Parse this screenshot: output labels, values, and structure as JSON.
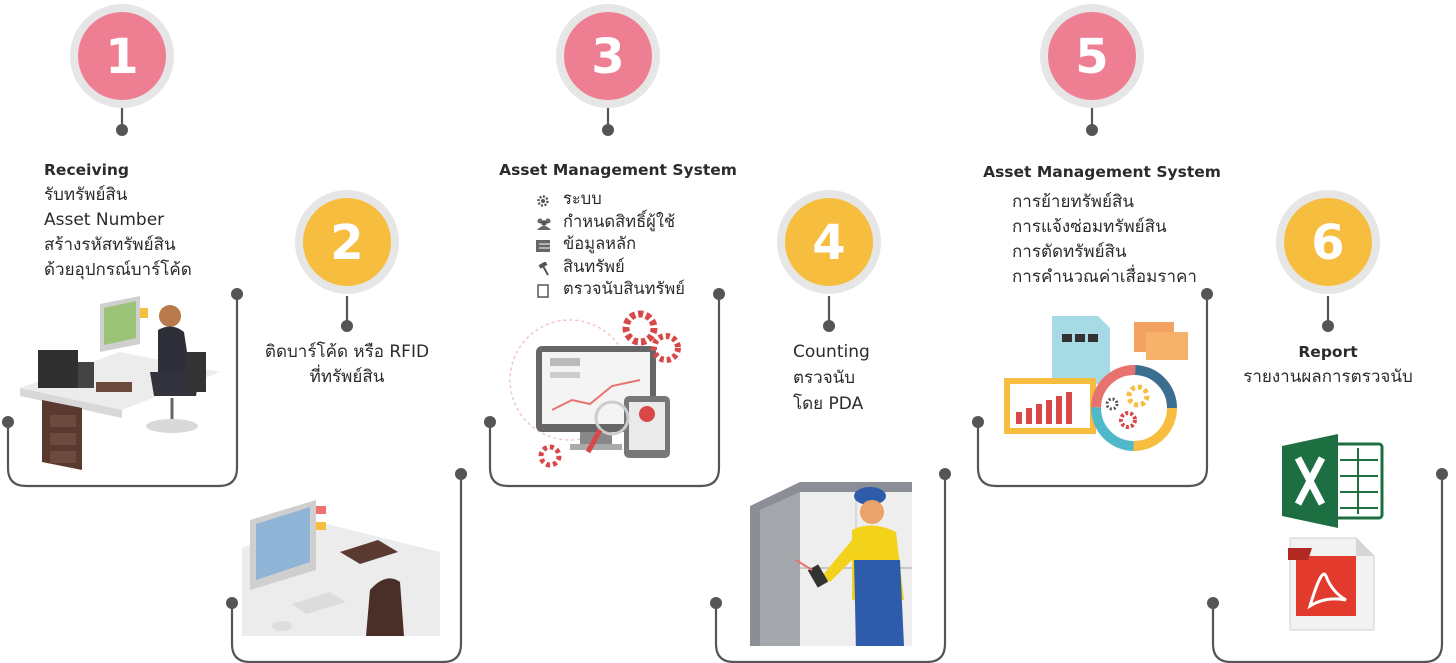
{
  "colors": {
    "pink": "#ee7f93",
    "yellow": "#f6bd3e",
    "line": "#555555",
    "ring": "#e3e3e3"
  },
  "steps": [
    {
      "number": "1",
      "lines": [
        "Receiving",
        "รับทรัพย์สิน",
        "Asset Number",
        "สร้างรหัสทรัพย์สิน",
        "ด้วยอุปกรณ์บาร์โค้ด"
      ]
    },
    {
      "number": "2",
      "lines": [
        "ติดบาร์โค้ด หรือ RFID",
        "ที่ทรัพย์สิน"
      ]
    },
    {
      "number": "3",
      "title": "Asset Management System",
      "menu": [
        {
          "icon": "gear-icon",
          "label": "ระบบ"
        },
        {
          "icon": "users-icon",
          "label": "กำหนดสิทธิ์ผู้ใช้"
        },
        {
          "icon": "list-icon",
          "label": "ข้อมูลหลัก"
        },
        {
          "icon": "hammer-icon",
          "label": "สินทรัพย์"
        },
        {
          "icon": "checkbox-icon",
          "label": "ตรวจนับสินทรัพย์"
        }
      ]
    },
    {
      "number": "4",
      "lines": [
        "Counting",
        "ตรวจนับ",
        "โดย PDA"
      ]
    },
    {
      "number": "5",
      "title": "Asset Management System",
      "lines": [
        "การย้ายทรัพย์สิน",
        "การแจ้งซ่อมทรัพย์สิน",
        "การตัดทรัพย์สิน",
        "การคำนวณค่าเสื่อมราคา"
      ]
    },
    {
      "number": "6",
      "lines": [
        "Report",
        "รายงานผลการตรวจนับ"
      ]
    }
  ]
}
